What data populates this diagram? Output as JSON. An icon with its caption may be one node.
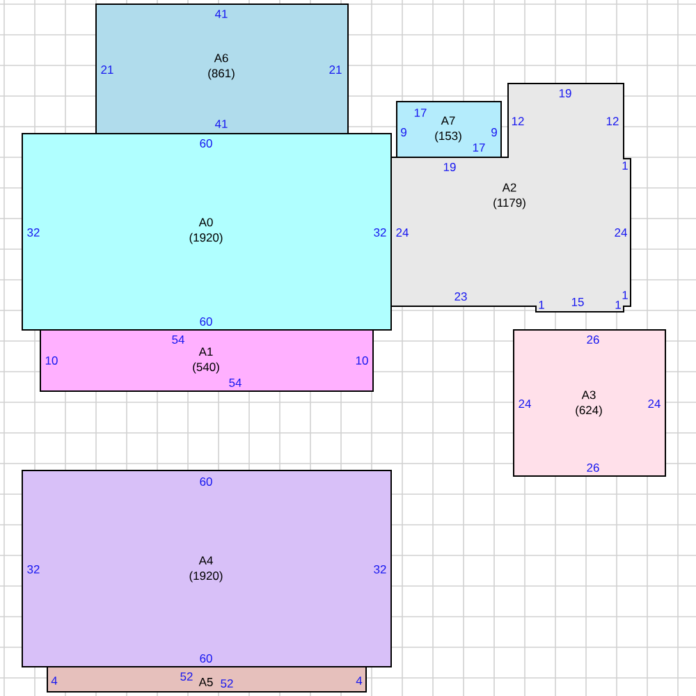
{
  "diagram": {
    "nodes": [
      {
        "text": [
          "41",
          "21",
          "A6 (861)",
          "21",
          "41"
        ]
      },
      {
        "text": [
          "17",
          "9",
          "A7 (153)",
          "9",
          "17"
        ]
      },
      {
        "text": [
          "19",
          "12",
          "12",
          "19",
          "1",
          "A2 (1179)",
          "24",
          "24",
          "23",
          "1",
          "1",
          "15",
          "1"
        ]
      },
      {
        "text": [
          "60",
          "32",
          "A0 (1920)",
          "32",
          "60"
        ]
      },
      {
        "text": [
          "54",
          "10",
          "A1 (540)",
          "10",
          "54"
        ]
      },
      {
        "text": [
          "26",
          "24",
          "A3 (624)",
          "24",
          "26"
        ]
      },
      {
        "text": [
          "60",
          "32",
          "A4 (1920)",
          "32",
          "60"
        ]
      },
      {
        "text": [
          "4",
          "52",
          "A5",
          "52",
          "4"
        ]
      }
    ]
  }
}
